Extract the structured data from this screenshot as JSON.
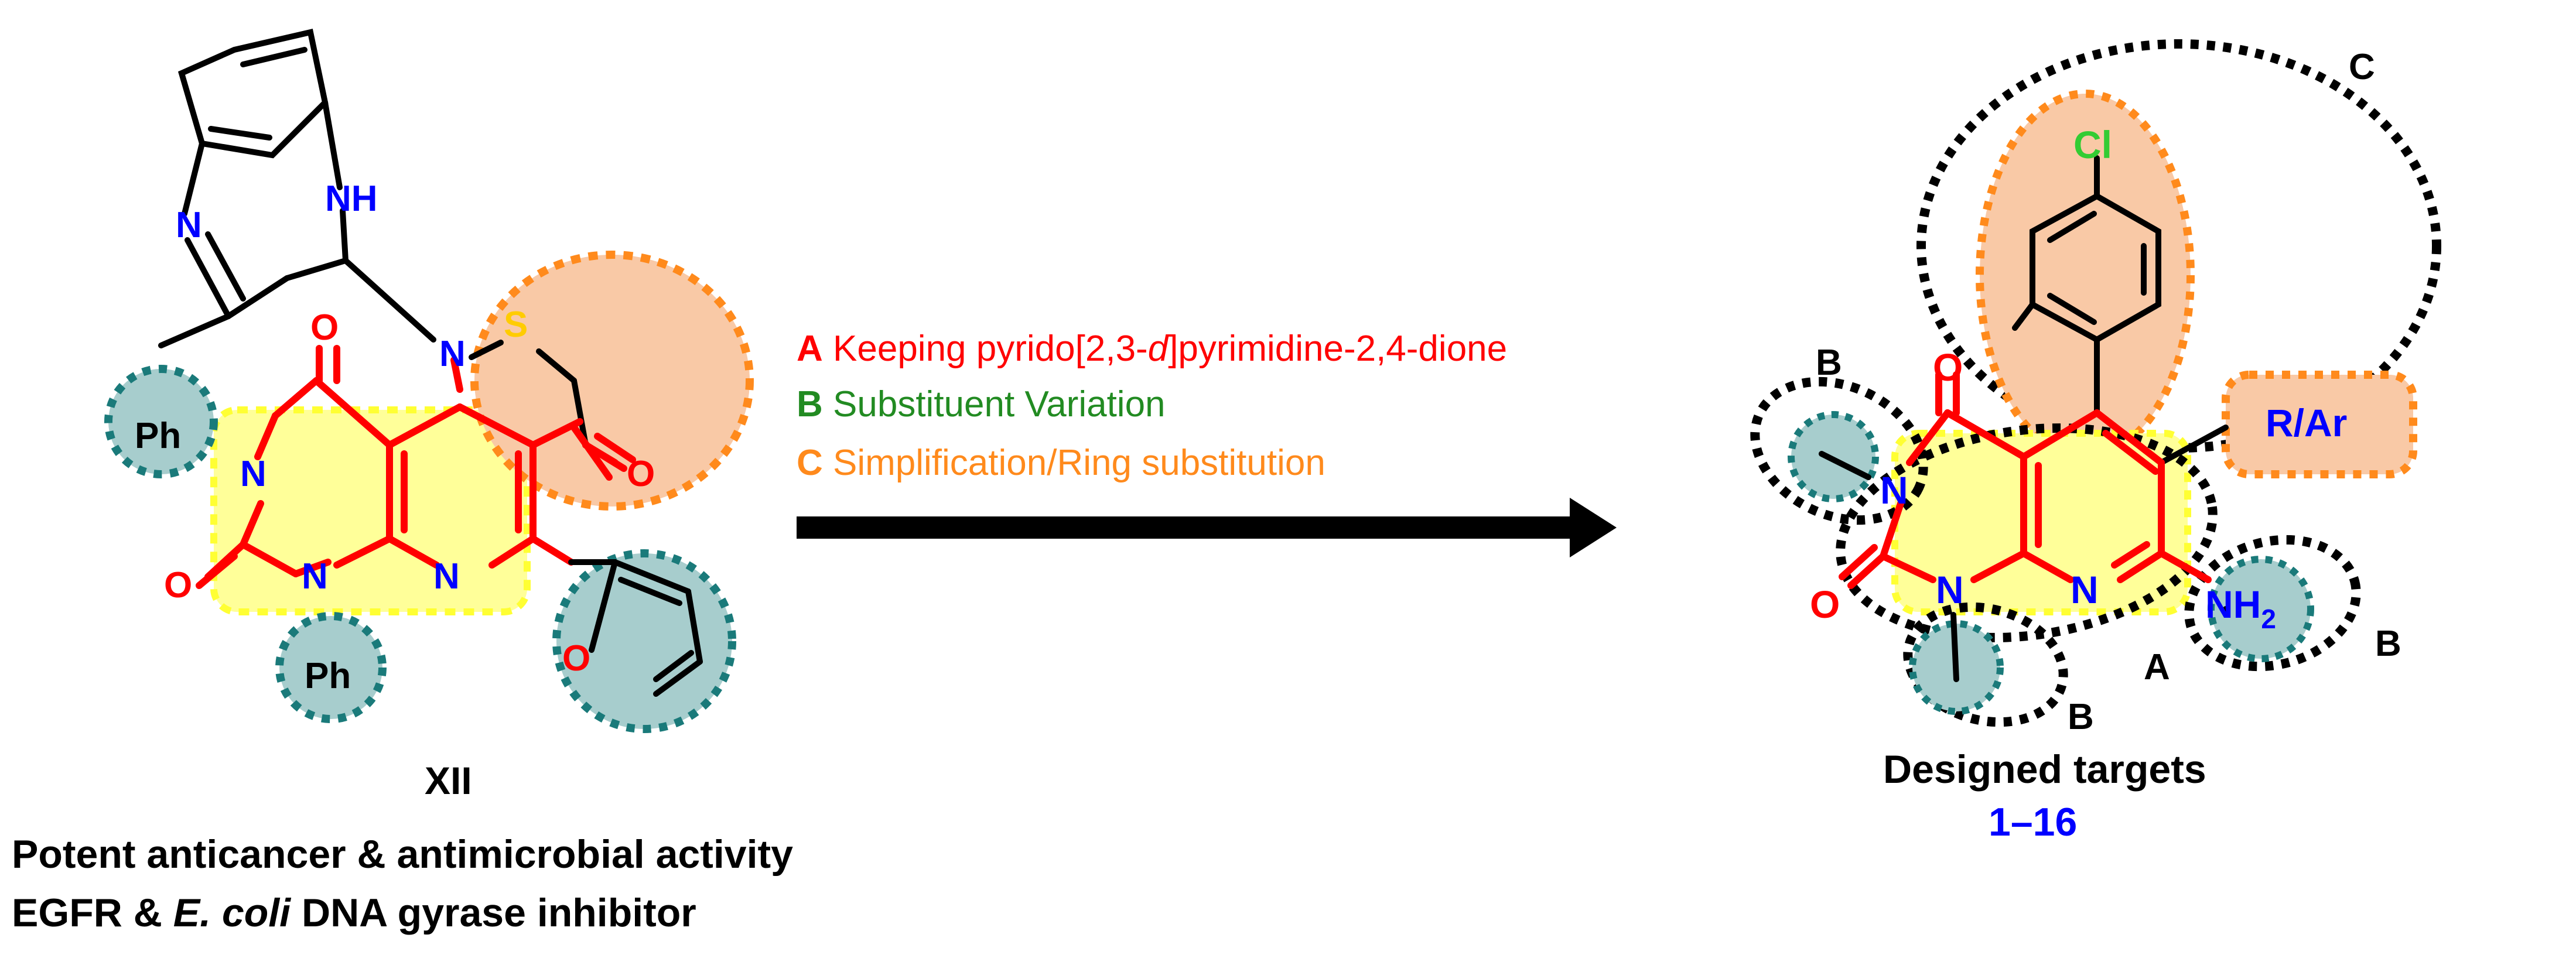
{
  "colors": {
    "red": "#ff0000",
    "blue": "#0000ff",
    "green": "#228b22",
    "orange": "#ff8a1c",
    "highlight_yellow": "#ffff99",
    "highlight_orange": "#f9c9a6",
    "highlight_teal": "#a7cdcd",
    "dot_teal": "#1a7a7a"
  },
  "lead": {
    "atoms": {
      "nh": "NH",
      "n_azepine": "N",
      "n_amine": "N",
      "s": "S",
      "o_ketone": "O",
      "o_top": "O",
      "o_bottom": "O",
      "n3": "N",
      "n1": "N",
      "n8": "N",
      "o_furan": "O",
      "ph1": "Ph",
      "ph2": "Ph"
    },
    "compound_label": "XII",
    "activity_line1": "Potent anticancer & antimicrobial activity",
    "activity_line2_pre": "EGFR & ",
    "activity_line2_italic": "E. coli",
    "activity_line2_post": " DNA gyrase inhibitor"
  },
  "strategy": [
    {
      "key": "A",
      "pre": " Keeping pyrido[2,3-",
      "italic": "d",
      "post": "]pyrimidine-2,4-dione",
      "color": "#ff0000"
    },
    {
      "key": "B",
      "pre": " Substituent Variation",
      "italic": "",
      "post": "",
      "color": "#228b22"
    },
    {
      "key": "C",
      "pre": " Simplification/Ring substitution",
      "italic": "",
      "post": "",
      "color": "#ff8a1c"
    }
  ],
  "target": {
    "atoms": {
      "cl": "Cl",
      "o_top": "O",
      "n3": "N",
      "o_bottom": "O",
      "n1": "N",
      "n8": "N",
      "nh": "NH",
      "nh_sub": "2",
      "r_ar": "R/Ar"
    },
    "region_labels": {
      "a": "A",
      "b_top": "B",
      "b_right": "B",
      "b_bottom": "B",
      "c": "C"
    },
    "caption": "Designed targets",
    "number_range": "1–16"
  }
}
